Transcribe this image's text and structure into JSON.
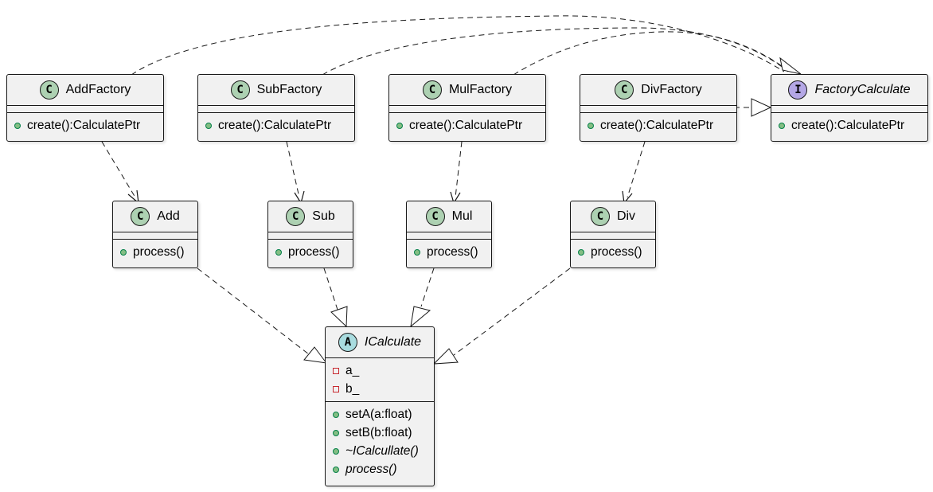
{
  "diagram": {
    "classes": {
      "add_factory": {
        "stereotype": "C",
        "name": "AddFactory",
        "fields": [],
        "methods": [
          "create():CalculatePtr"
        ]
      },
      "sub_factory": {
        "stereotype": "C",
        "name": "SubFactory",
        "fields": [],
        "methods": [
          "create():CalculatePtr"
        ]
      },
      "mul_factory": {
        "stereotype": "C",
        "name": "MulFactory",
        "fields": [],
        "methods": [
          "create():CalculatePtr"
        ]
      },
      "div_factory": {
        "stereotype": "C",
        "name": "DivFactory",
        "fields": [],
        "methods": [
          "create():CalculatePtr"
        ]
      },
      "factory_calculate": {
        "stereotype": "I",
        "name": "FactoryCalculate",
        "fields": [],
        "methods": [
          "create():CalculatePtr"
        ]
      },
      "add": {
        "stereotype": "C",
        "name": "Add",
        "fields": [],
        "methods": [
          "process()"
        ]
      },
      "sub": {
        "stereotype": "C",
        "name": "Sub",
        "fields": [],
        "methods": [
          "process()"
        ]
      },
      "mul": {
        "stereotype": "C",
        "name": "Mul",
        "fields": [],
        "methods": [
          "process()"
        ]
      },
      "div": {
        "stereotype": "C",
        "name": "Div",
        "fields": [],
        "methods": [
          "process()"
        ]
      },
      "icalculate": {
        "stereotype": "A",
        "name": "ICalculate",
        "fields": [
          "a_",
          "b_"
        ],
        "methods": [
          "setA(a:float)",
          "setB(b:float)",
          "~ICalcullate()",
          "process()"
        ]
      }
    },
    "relations": [
      {
        "from": "AddFactory",
        "to": "FactoryCalculate",
        "type": "realization"
      },
      {
        "from": "SubFactory",
        "to": "FactoryCalculate",
        "type": "realization"
      },
      {
        "from": "MulFactory",
        "to": "FactoryCalculate",
        "type": "realization"
      },
      {
        "from": "DivFactory",
        "to": "FactoryCalculate",
        "type": "realization"
      },
      {
        "from": "AddFactory",
        "to": "Add",
        "type": "dependency"
      },
      {
        "from": "SubFactory",
        "to": "Sub",
        "type": "dependency"
      },
      {
        "from": "MulFactory",
        "to": "Mul",
        "type": "dependency"
      },
      {
        "from": "DivFactory",
        "to": "Div",
        "type": "dependency"
      },
      {
        "from": "Add",
        "to": "ICalculate",
        "type": "realization"
      },
      {
        "from": "Sub",
        "to": "ICalculate",
        "type": "realization"
      },
      {
        "from": "Mul",
        "to": "ICalculate",
        "type": "realization"
      },
      {
        "from": "Div",
        "to": "ICalculate",
        "type": "realization"
      }
    ],
    "colors": {
      "class_badge": "#add1b2",
      "interface_badge": "#b4a7e5",
      "abstract_badge": "#a9dcdf",
      "box_fill": "#f1f1f1",
      "border": "#181818",
      "public_marker": "#84be84",
      "private_marker": "#c82930"
    }
  }
}
